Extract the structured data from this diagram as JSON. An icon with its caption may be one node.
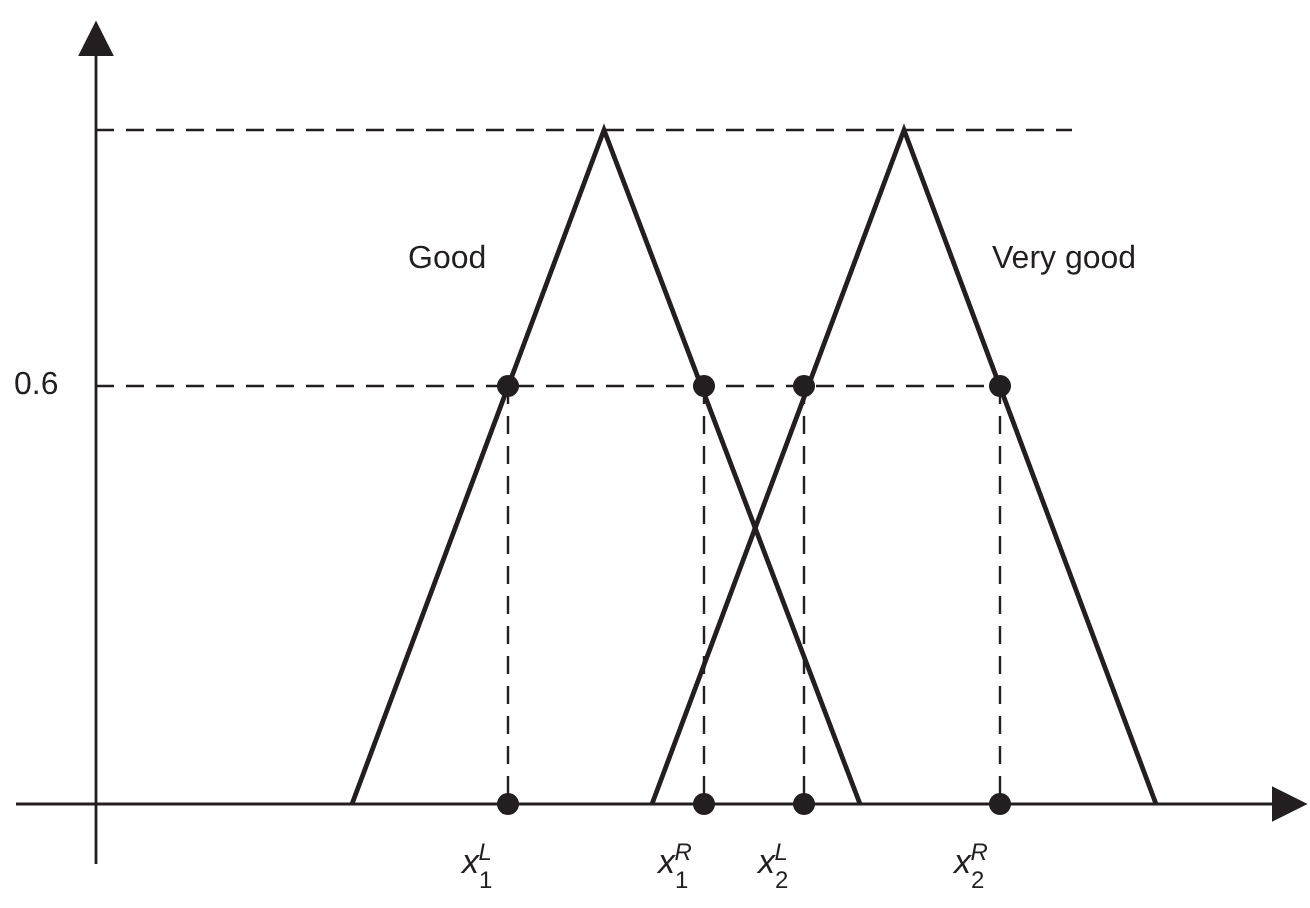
{
  "diagram": {
    "labels": [
      "Good",
      "Very good",
      "0.6",
      "*x*$_{1}$$^{L}$",
      "*x*$_{1}$$^{R}$",
      "*x*$_{2}$$^{L}$",
      "*x*$_{2}$$^{R}$"
    ]
  }
}
